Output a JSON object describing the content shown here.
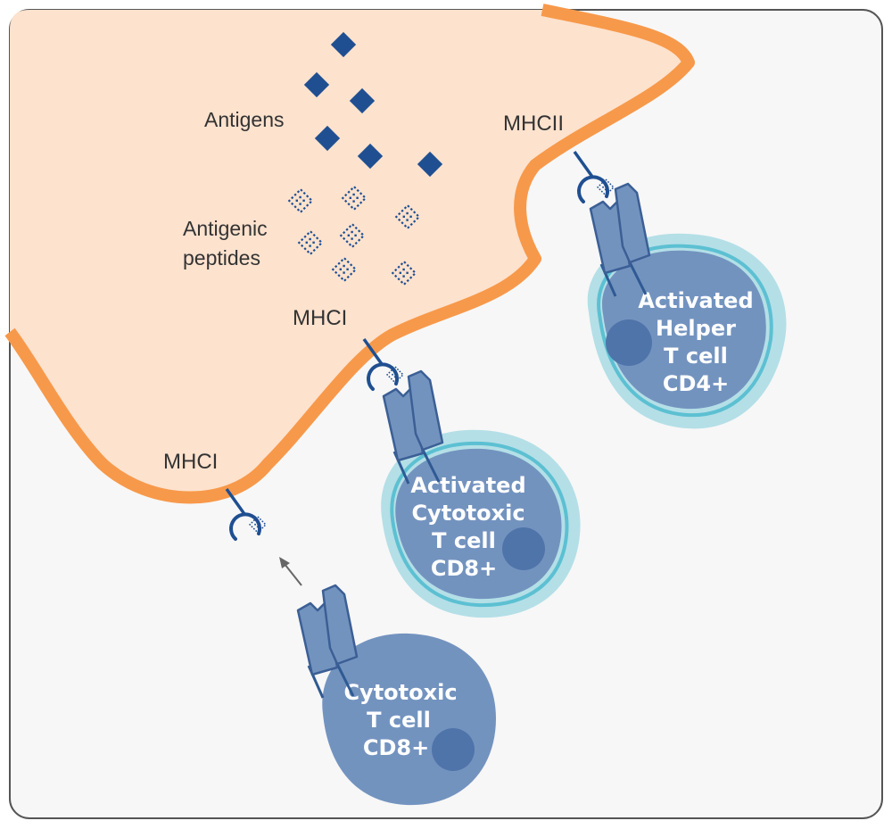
{
  "labels": {
    "antigens": "Antigens",
    "antigenic_peptides": [
      "Antigenic",
      "peptides"
    ],
    "mhcii": "MHCII",
    "mhci_upper": "MHCI",
    "mhci_lower": "MHCI"
  },
  "cells": {
    "helper": [
      "Activated",
      "Helper",
      "T cell",
      "CD4+"
    ],
    "activated_cytotoxic": [
      "Activated",
      "Cytotoxic",
      "T cell",
      "CD8+"
    ],
    "cytotoxic": [
      "Cytotoxic",
      "T cell",
      "CD8+"
    ]
  },
  "colors": {
    "background": "#f7f7f7",
    "frame": "#555555",
    "host_cell_fill": "#fde2ce",
    "host_cell_membrane": "#f7994a",
    "t_cell": "#7393bf",
    "t_cell_nucleus": "#4f74aa",
    "activation_halo": "#b4dfe7",
    "activation_ring": "#5cc0d2",
    "receptor": "#7393bf",
    "receptor_stroke": "#3b5f95",
    "mhc": "#1f4f91",
    "antigen": "#1f4f91",
    "arrow": "#666666"
  }
}
